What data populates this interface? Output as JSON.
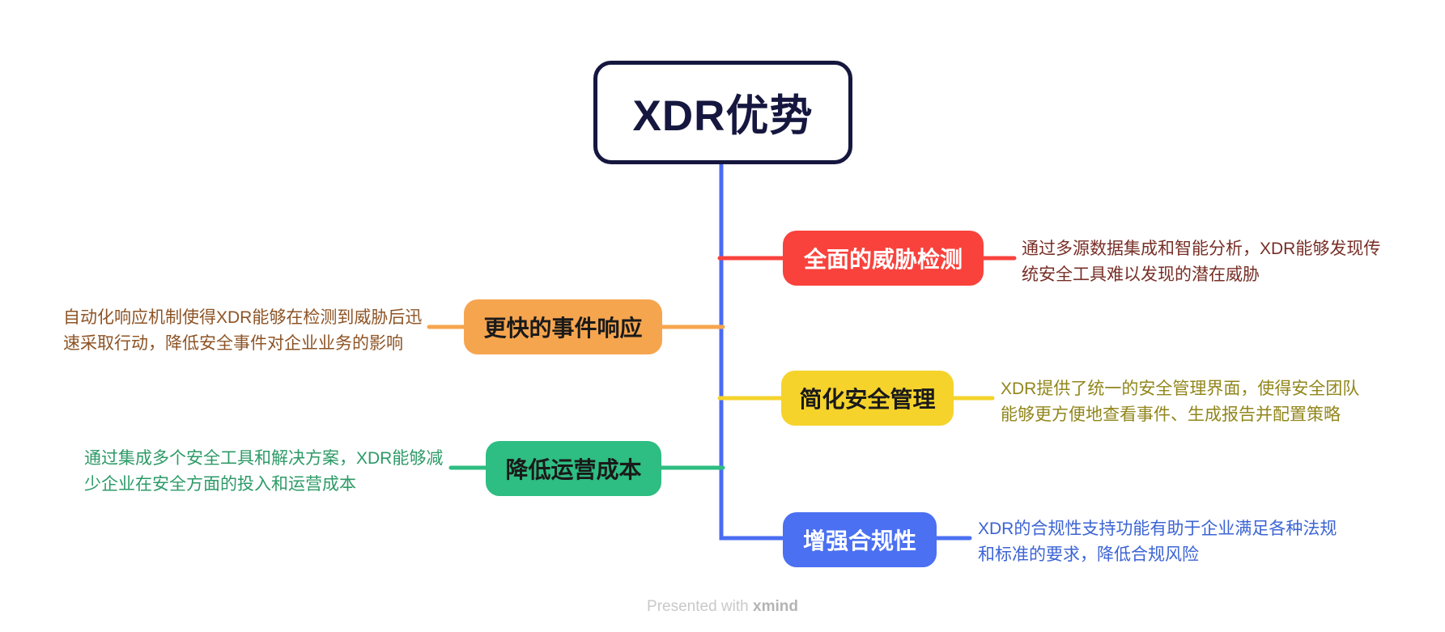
{
  "root": {
    "label": "XDR优势",
    "border_color": "#16173f"
  },
  "trunk_color": "#4a6cf2",
  "branches": [
    {
      "label": "全面的威胁检测",
      "note": "通过多源数据集成和智能分析，XDR能够发现传统安全工具难以发现的潜在威胁",
      "color": "#f9423c",
      "label_color": "#ffffff",
      "note_color": "#772f27",
      "side": "right"
    },
    {
      "label": "更快的事件响应",
      "note": "自动化响应机制使得XDR能够在检测到威胁后迅速采取行动，降低安全事件对企业业务的影响",
      "color": "#f6a54f",
      "label_color": "#1a1a1a",
      "note_color": "#8d5426",
      "side": "left"
    },
    {
      "label": "简化安全管理",
      "note": "XDR提供了统一的安全管理界面，使得安全团队能够更方便地查看事件、生成报告并配置策略",
      "color": "#f5d32b",
      "label_color": "#1a1a1a",
      "note_color": "#91861b",
      "side": "right"
    },
    {
      "label": "降低运营成本",
      "note": "通过集成多个安全工具和解决方案，XDR能够减少企业在安全方面的投入和运营成本",
      "color": "#2ebd82",
      "label_color": "#1a1a1a",
      "note_color": "#2d9a67",
      "side": "left"
    },
    {
      "label": "增强合规性",
      "note": "XDR的合规性支持功能有助于企业满足各种法规和标准的要求，降低合规风险",
      "color": "#4b70f2",
      "label_color": "#ffffff",
      "note_color": "#3c64d4",
      "side": "right"
    }
  ],
  "footer": {
    "prefix": "Presented with",
    "brand": "xmind"
  }
}
